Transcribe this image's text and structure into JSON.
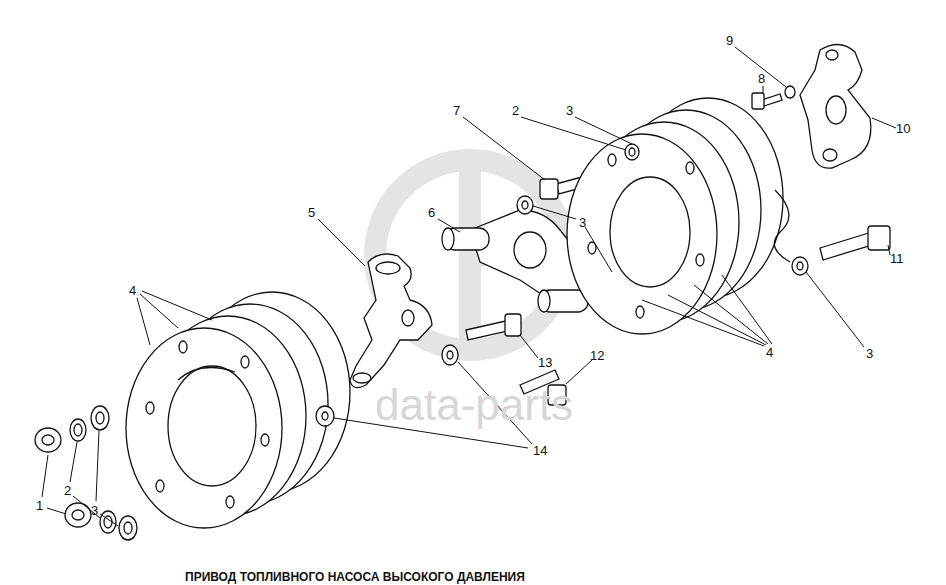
{
  "diagram": {
    "title": "ПРИВОД ТОПЛИВНОГО НАСОСА ВЫСОКОГО ДАВЛЕНИЯ",
    "labels": [
      "1",
      "2",
      "3",
      "4",
      "5",
      "6",
      "7",
      "2",
      "3",
      "9",
      "8",
      "10",
      "3",
      "11",
      "3",
      "4",
      "12",
      "13",
      "14",
      "data-parts"
    ]
  }
}
